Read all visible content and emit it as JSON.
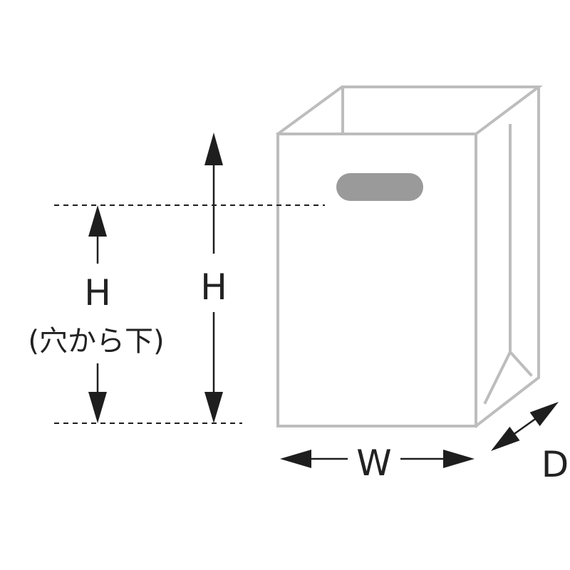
{
  "labels": {
    "hole_height_label": "H",
    "hole_height_note": "(穴から下)",
    "total_height_label": "H",
    "width_label": "W",
    "depth_label": "D"
  },
  "colors": {
    "bag_outline": "#bdbdbd",
    "handle_hole": "#9a9a9a",
    "arrow": "#1e1e1e",
    "background": "#ffffff"
  }
}
